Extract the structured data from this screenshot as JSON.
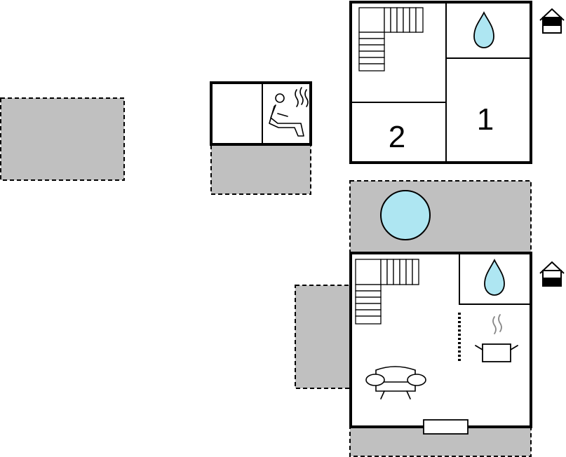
{
  "floorplan": {
    "rooms": [
      {
        "id": "bedroom-1",
        "label": "1"
      },
      {
        "id": "bedroom-2",
        "label": "2"
      }
    ],
    "icons": [
      "water-drop-icon",
      "water-drop-icon",
      "sauna-icon",
      "hot-tub-icon",
      "sofa-icon",
      "kitchen-pot-icon",
      "staircase-icon",
      "staircase-icon",
      "floor-level-icon",
      "floor-level-icon"
    ],
    "colors": {
      "water": "#aee6f2",
      "terrace": "#c0c0c0",
      "wall": "#000000",
      "background": "#ffffff"
    }
  }
}
